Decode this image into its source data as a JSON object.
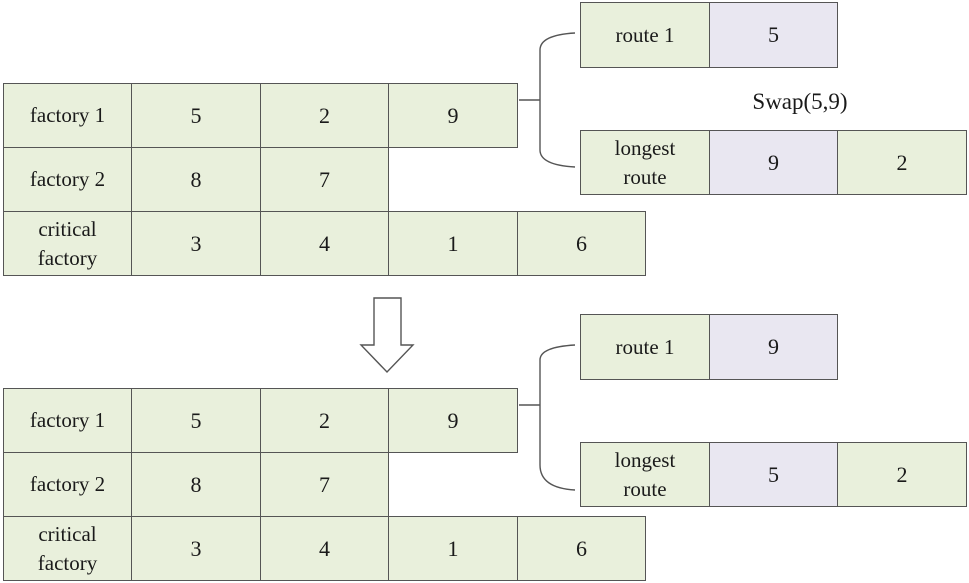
{
  "before": {
    "schedule": [
      {
        "label": "factory 1",
        "jobs": [
          "5",
          "2",
          "9"
        ]
      },
      {
        "label": "factory 2",
        "jobs": [
          "8",
          "7"
        ]
      },
      {
        "label": "critical\nfactory",
        "jobs": [
          "3",
          "4",
          "1",
          "6"
        ]
      }
    ],
    "route1": {
      "label": "route 1",
      "jobs": [
        "5"
      ]
    },
    "longest": {
      "label": "longest\nroute",
      "jobs": [
        "9",
        "2"
      ]
    }
  },
  "operation": "Swap(5,9)",
  "after": {
    "schedule": [
      {
        "label": "factory 1",
        "jobs": [
          "5",
          "2",
          "9"
        ]
      },
      {
        "label": "factory 2",
        "jobs": [
          "8",
          "7"
        ]
      },
      {
        "label": "critical\nfactory",
        "jobs": [
          "3",
          "4",
          "1",
          "6"
        ]
      }
    ],
    "route1": {
      "label": "route 1",
      "jobs": [
        "9"
      ]
    },
    "longest": {
      "label": "longest\nroute",
      "jobs": [
        "5",
        "2"
      ]
    }
  },
  "colors": {
    "cell": "#e9f0dc",
    "highlight": "#e9e7f1",
    "border": "#555555"
  },
  "icons": {
    "transition": "down-arrow-icon",
    "route_group": "curly-brace-icon"
  }
}
